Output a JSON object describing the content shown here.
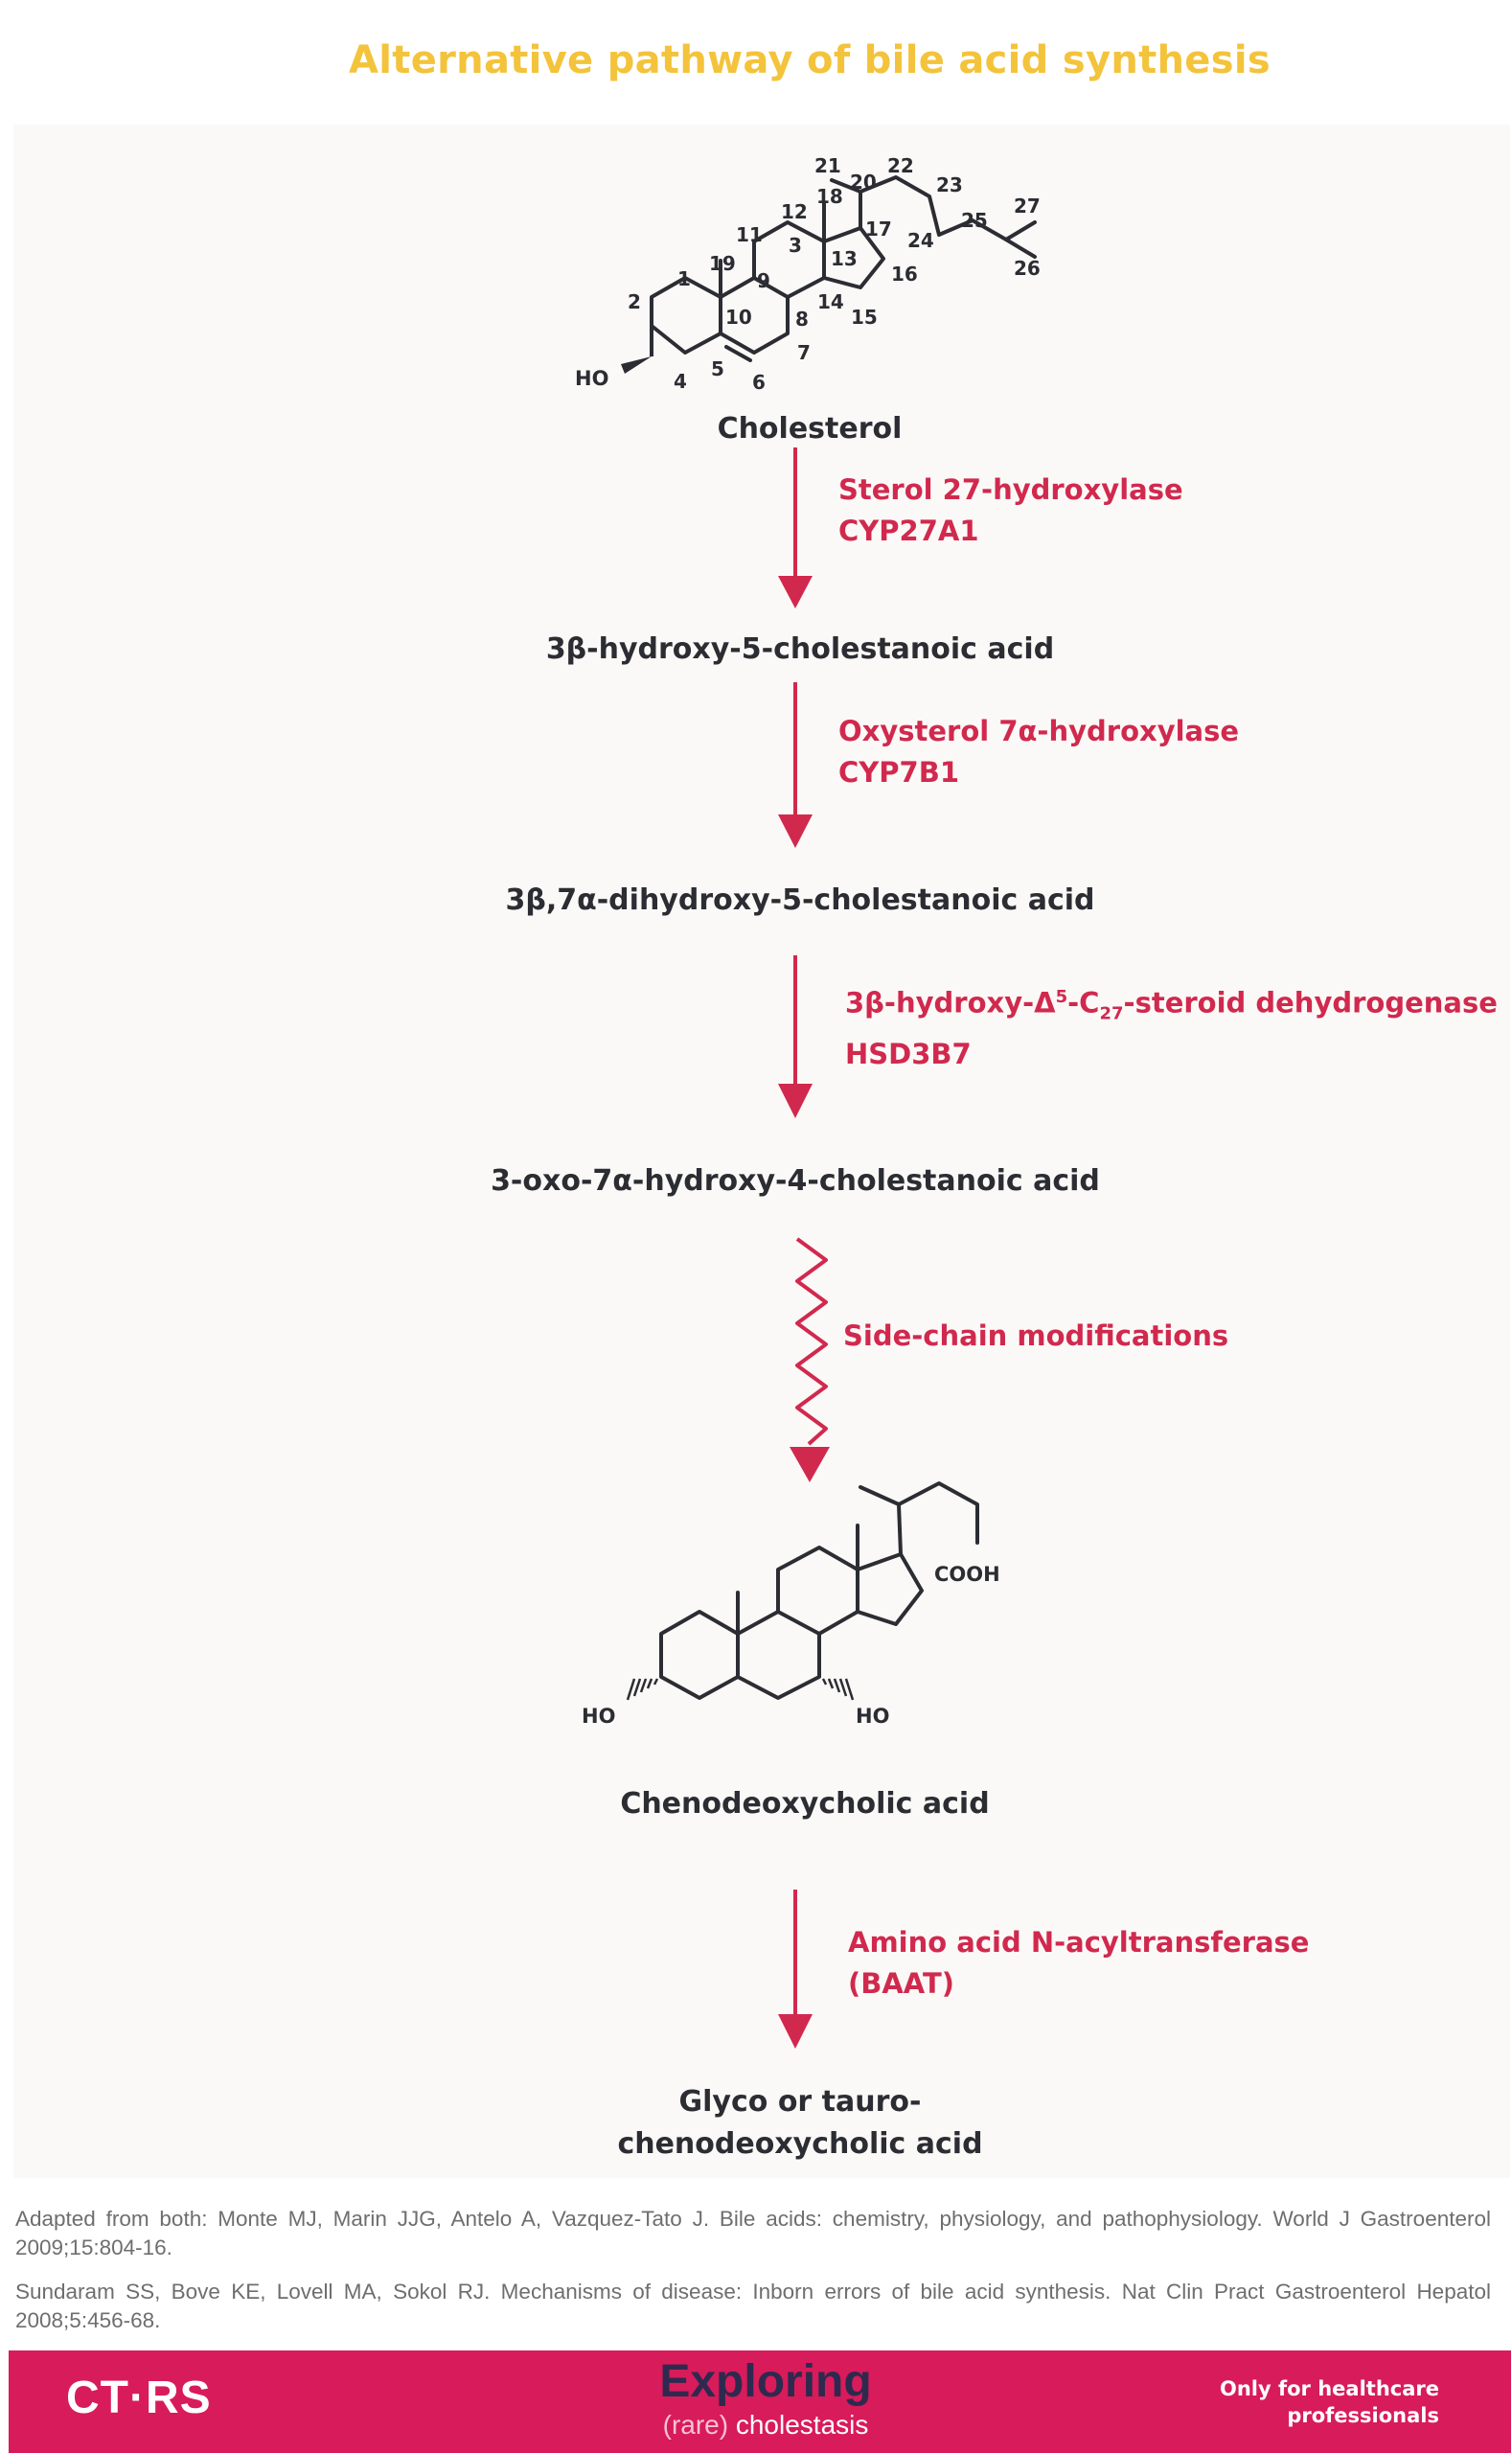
{
  "title": "Alternative pathway of bile acid synthesis",
  "pathway": [
    {
      "compound": "Cholesterol"
    },
    {
      "enzyme_name": "Sterol 27-hydroxylase",
      "enzyme_gene": "CYP27A1"
    },
    {
      "compound": "3β-hydroxy-5-cholestanoic acid"
    },
    {
      "enzyme_name": "Oxysterol 7α-hydroxylase",
      "enzyme_gene": "CYP7B1"
    },
    {
      "compound": "3β,7α-dihydroxy-5-cholestanoic acid"
    },
    {
      "enzyme_name_pre": "3β-hydroxy-Δ",
      "enzyme_name_sup": "5",
      "enzyme_name_mid": "-C",
      "enzyme_name_sub": "27",
      "enzyme_name_post": "-steroid dehydrogenase",
      "enzyme_gene": "HSD3B7"
    },
    {
      "compound": "3-oxo-7α-hydroxy-4-cholestanoic acid"
    },
    {
      "enzyme_name": "Side-chain modifications"
    },
    {
      "compound": "Chenodeoxycholic acid"
    },
    {
      "enzyme_name": "Amino acid N-acyltransferase",
      "enzyme_gene": "(BAAT)"
    },
    {
      "compound_line1": "Glyco or tauro-",
      "compound_line2": "chenodeoxycholic acid"
    }
  ],
  "cholesterol_atom_numbers": [
    "1",
    "2",
    "3",
    "4",
    "5",
    "6",
    "7",
    "8",
    "9",
    "10",
    "11",
    "12",
    "13",
    "14",
    "15",
    "16",
    "17",
    "18",
    "19",
    "20",
    "21",
    "22",
    "23",
    "24",
    "25",
    "26",
    "27"
  ],
  "cholesterol_labels": {
    "ho": "HO"
  },
  "cdca_labels": {
    "ho_left": "HO",
    "ho_right": "HO",
    "cooh": "COOH"
  },
  "references": [
    "Adapted from both: Monte MJ, Marin JJG, Antelo A, Vazquez-Tato J. Bile acids: chemistry, physiology, and pathophysiology. World J Gastroenterol 2009;15:804-16.",
    "Sundaram SS, Bove KE, Lovell MA, Sokol RJ. Mechanisms of disease: Inborn errors of bile acid synthesis. Nat Clin Pract Gastroenterol Hepatol 2008;5:456-68."
  ],
  "footer": {
    "left_brand": "CT·RS",
    "mid_brand_big": "Exploring",
    "mid_brand_rare": "(rare)",
    "mid_brand_rest": " cholestasis",
    "right_line1": "Only for healthcare",
    "right_line2": "professionals"
  },
  "colors": {
    "title": "#F3C33B",
    "enzyme": "#D1294E",
    "arrow": "#D1294E",
    "compound": "#2B2D33",
    "footer": "#D81B5B",
    "panel": "#FBF9F7"
  }
}
